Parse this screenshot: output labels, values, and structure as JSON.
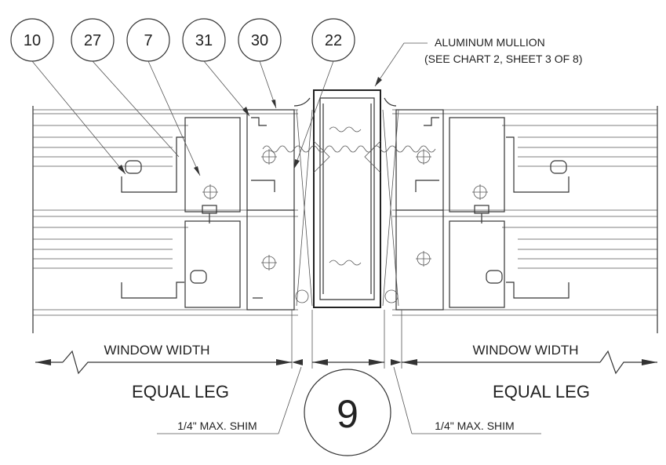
{
  "callouts": [
    "10",
    "27",
    "7",
    "31",
    "30",
    "22"
  ],
  "center_callout": "9",
  "mullion_label_line1": "ALUMINUM MULLION",
  "mullion_label_line2": "(SEE CHART 2, SHEET 3 OF 8)",
  "window_width_left": "WINDOW WIDTH",
  "window_width_right": "WINDOW WIDTH",
  "equal_leg_left": "EQUAL LEG",
  "equal_leg_right": "EQUAL LEG",
  "shim_left": "1/4\" MAX. SHIM",
  "shim_right": "1/4\" MAX. SHIM"
}
